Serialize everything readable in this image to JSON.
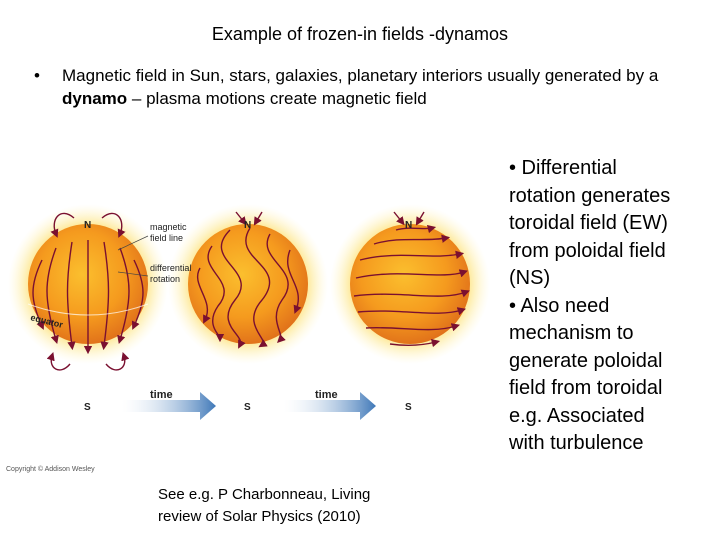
{
  "title": "Example of frozen-in fields -dynamos",
  "bullet": {
    "marker": "•",
    "pre": "Magnetic field in Sun, stars, galaxies, planetary interiors usually generated by a ",
    "bold": "dynamo",
    "post": " – plasma motions create magnetic field"
  },
  "figure": {
    "labels": {
      "north": "N",
      "south": "S",
      "magnetic_field_line": [
        "magnetic",
        "field line"
      ],
      "differential_rotation": [
        "differential",
        "rotation"
      ],
      "equator": "equator",
      "time": "time",
      "copyright": "Copyright © Addison Wesley"
    },
    "colors": {
      "sun_core": "#f7a21b",
      "sun_edge": "#e0701a",
      "glow": "#fde27a",
      "field_line": "#7a1030",
      "arrow": "#3f78b8"
    }
  },
  "side_text": [
    "• Differential",
    "rotation generates",
    "toroidal field (EW)",
    "from poloidal field",
    "(NS)",
    "• Also need",
    "mechanism to",
    "generate poloidal",
    "field from toroidal",
    "e.g. Associated",
    "with turbulence"
  ],
  "reference": [
    "See e.g. P Charbonneau, Living",
    "review of Solar Physics (2010)"
  ]
}
